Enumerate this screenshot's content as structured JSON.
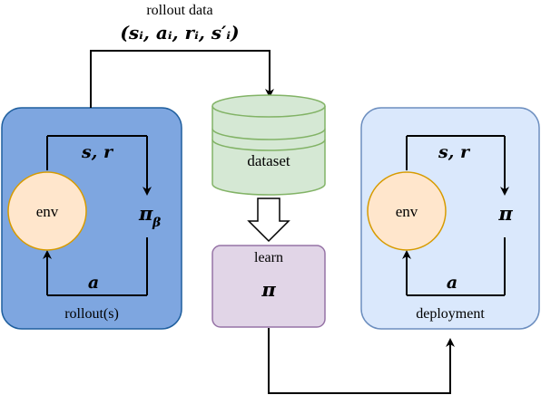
{
  "top_label": {
    "title": "rollout data",
    "formula": "(sᵢ, aᵢ, rᵢ, s′ᵢ)"
  },
  "rollout_box": {
    "label": "rollout(s)",
    "env": "env",
    "top_arrow": "s, r",
    "bottom_arrow": "a",
    "policy": "π",
    "policy_sub": "β",
    "fill": "#7ea6e0",
    "stroke": "#1f5f9e"
  },
  "dataset": {
    "label": "dataset",
    "fill": "#d5e8d4",
    "stroke": "#82b366"
  },
  "learn_box": {
    "label": "learn",
    "policy": "π",
    "fill": "#e1d5e7",
    "stroke": "#9673a6"
  },
  "deployment_box": {
    "label": "deployment",
    "env": "env",
    "top_arrow": "s, r",
    "bottom_arrow": "a",
    "policy": "π",
    "fill": "#dae8fc",
    "stroke": "#6c8ebf"
  },
  "env_circle": {
    "fill": "#ffe6cc",
    "stroke": "#d79b00"
  }
}
